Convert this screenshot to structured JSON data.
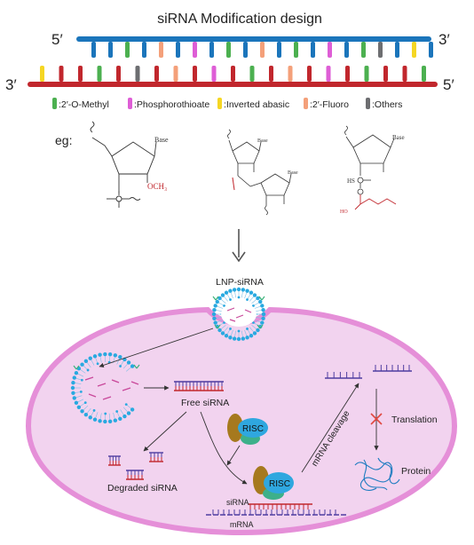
{
  "header": {
    "title": "siRNA Modification design",
    "top_left_end": "5′",
    "top_right_end": "3′",
    "bottom_left_end": "3′",
    "bottom_right_end": "5′"
  },
  "colors": {
    "top_strand": "#1b75bb",
    "bottom_strand": "#c1272d",
    "methyl": "#4cb050",
    "phosphorothioate": "#de5ed6",
    "inverted_abasic": "#f5d623",
    "fluoro": "#f4a07a",
    "others": "#6d6e71",
    "base_red": "#c1272d",
    "cell_fill": "#f2d3ef",
    "cell_border": "#e58fd8",
    "lipid_head": "#29a9e0",
    "receptor": "#3bb37a",
    "risc_blue": "#2fa7df",
    "risc_brown": "#a6791e",
    "risc_green": "#3db08a",
    "mrna_purple": "#4e3da0",
    "protein_blue": "#1f7cc1"
  },
  "strands": {
    "top_ticks": [
      "blue",
      "blue",
      "methyl",
      "blue",
      "fluoro",
      "blue",
      "phosphorothioate",
      "blue",
      "methyl",
      "blue",
      "fluoro",
      "blue",
      "methyl",
      "blue",
      "phosphorothioate",
      "blue",
      "methyl",
      "others",
      "blue",
      "inverted_abasic",
      "blue"
    ],
    "bottom_ticks": [
      "inverted_abasic",
      "red",
      "red",
      "methyl",
      "red",
      "others",
      "red",
      "fluoro",
      "red",
      "phosphorothioate",
      "red",
      "methyl",
      "red",
      "fluoro",
      "red",
      "phosphorothioate",
      "red",
      "methyl",
      "red",
      "red",
      "methyl"
    ]
  },
  "legend": [
    {
      "key": "methyl",
      "label": ":2′-O-Methyl"
    },
    {
      "key": "phosphorothioate",
      "label": ":Phosphorothioate"
    },
    {
      "key": "inverted_abasic",
      "label": ":Inverted abasic"
    },
    {
      "key": "fluoro",
      "label": ":2′-Fluoro"
    },
    {
      "key": "others",
      "label": ":Others"
    }
  ],
  "examples": {
    "eg_label": "eg:",
    "base_label": "Base",
    "methyl_group": "OCH₃",
    "ps_group": "HS",
    "oh_group": "HO"
  },
  "cell": {
    "lnp_label": "LNP-siRNA",
    "free_sirna_label": "Free siRNA",
    "degraded_label": "Degraded siRNA",
    "risc_label": "RISC",
    "risc_label_bound": "RISC",
    "sirna_label": "siRNA",
    "mrna_label": "mRNA",
    "cleavage_label": "mRNA cleavage",
    "translation_label": "Translation",
    "protein_label": "Protein"
  }
}
